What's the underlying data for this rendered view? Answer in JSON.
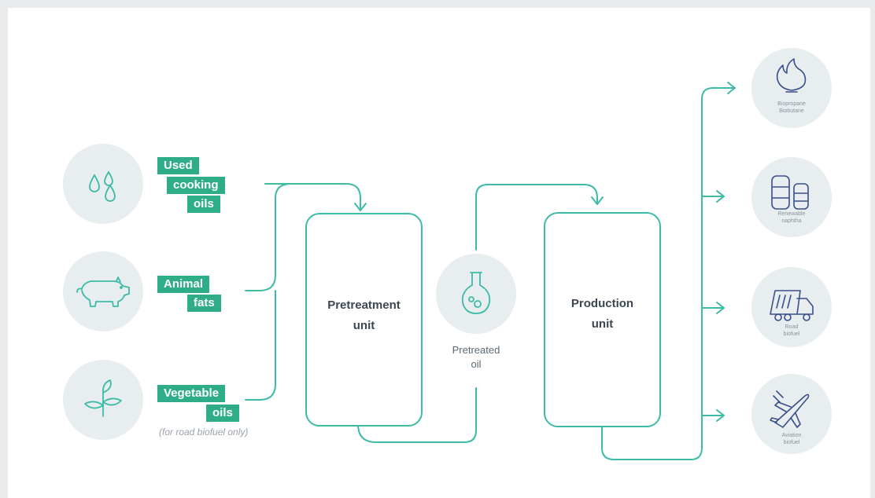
{
  "inputs": {
    "used_cooking_oils": [
      "Used",
      "cooking",
      "oils"
    ],
    "animal_fats": [
      "Animal",
      "fats"
    ],
    "vegetable_oils": [
      "Vegetable",
      "oils"
    ],
    "vegetable_note": "(for road biofuel only)"
  },
  "units": {
    "pretreatment": [
      "Pretreatment",
      "unit"
    ],
    "production": [
      "Production",
      "unit"
    ]
  },
  "intermediate": {
    "pretreated_oil": [
      "Pretreated",
      "oil"
    ]
  },
  "outputs": {
    "biopropane": [
      "Biopropane",
      "Biobutane"
    ],
    "naphtha": [
      "Renewable",
      "naphtha"
    ],
    "road": [
      "Road",
      "biofuel"
    ],
    "aviation": [
      "Aviation",
      "biofuel"
    ]
  },
  "colors": {
    "teal_line": "#3cbba6",
    "tag_green": "#2fad89",
    "icon_teal": "#3cbba6",
    "icon_navy": "#3a4f8a",
    "circle_bg": "#e8eef0"
  },
  "icons": {
    "used_cooking_oils": "droplets-icon",
    "animal_fats": "pig-icon",
    "vegetable_oils": "sprout-icon",
    "pretreated_oil": "flask-icon",
    "biopropane": "flame-icon",
    "naphtha": "tanks-icon",
    "road": "truck-icon",
    "aviation": "airplane-icon"
  }
}
